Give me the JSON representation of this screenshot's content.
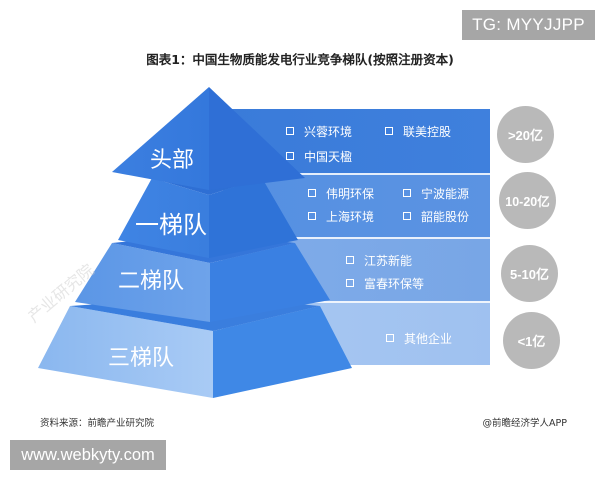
{
  "badges": {
    "top_right": "TG: MYYJJPP",
    "bottom_left": "www.webkyty.com"
  },
  "title": "图表1：中国生物质能发电行业竞争梯队(按照注册资本)",
  "tiers": [
    {
      "label": "头部",
      "capital": ">20亿",
      "companies": [
        "兴蓉环境",
        "联美控股",
        "中国天楹"
      ],
      "band_color": "#3f7fdb"
    },
    {
      "label": "一梯队",
      "capital": "10-20亿",
      "companies": [
        "伟明环保",
        "宁波能源",
        "上海环境",
        "韶能股份"
      ],
      "band_color": "#5b92e0"
    },
    {
      "label": "二梯队",
      "capital": "5-10亿",
      "companies": [
        "江苏新能",
        "富春环保等"
      ],
      "band_color": "#7aa7e6"
    },
    {
      "label": "三梯队",
      "capital": "<1亿",
      "companies": [
        "其他企业"
      ],
      "band_color": "#a2c3f0"
    }
  ],
  "footer": {
    "source": "资料来源：前瞻产业研究院",
    "credit": "@前瞻经济学人APP"
  },
  "watermark": "产业研究院",
  "colors": {
    "pyramid_dark": "#2f6fd6",
    "pyramid_mid": "#3f82e3",
    "circle_gray": "#b9b9b9",
    "badge_gray": "#a6a6a6"
  }
}
